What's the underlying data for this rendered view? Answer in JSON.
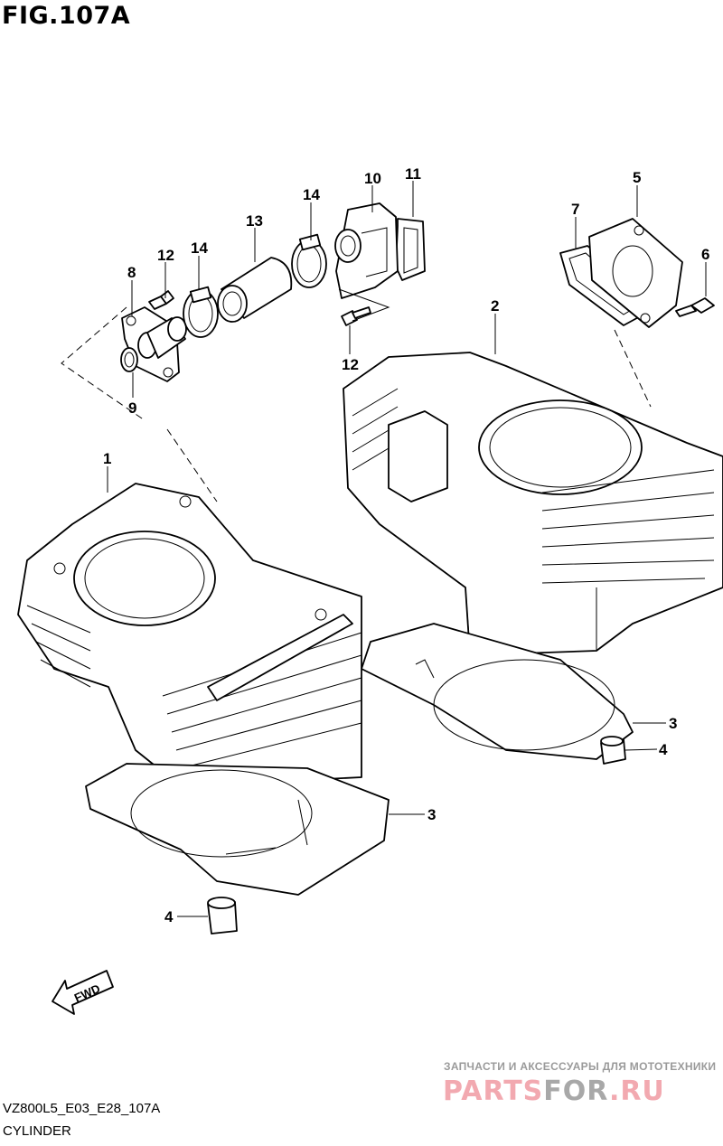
{
  "figure": {
    "title": "FIG.107A",
    "code": "VZ800L5_E03_E28_107A",
    "caption": "CYLINDER"
  },
  "callouts": {
    "c10": "10",
    "c11": "11",
    "c14a": "14",
    "c13": "13",
    "c12a": "12",
    "c14b": "14",
    "c8": "8",
    "c9": "9",
    "c12b": "12",
    "c5": "5",
    "c7": "7",
    "c6": "6",
    "c2": "2",
    "c1": "1",
    "c3a": "3",
    "c4a": "4",
    "c3b": "3",
    "c4b": "4"
  },
  "fwd_arrow": {
    "label": "FWD"
  },
  "watermark": {
    "tagline": "ЗАПЧАСТИ И АКСЕССУАРЫ ДЛЯ МОТОТЕХНИКИ",
    "logo_part1": "PARTS",
    "logo_part2": "FOR",
    "logo_part3": ".RU"
  }
}
